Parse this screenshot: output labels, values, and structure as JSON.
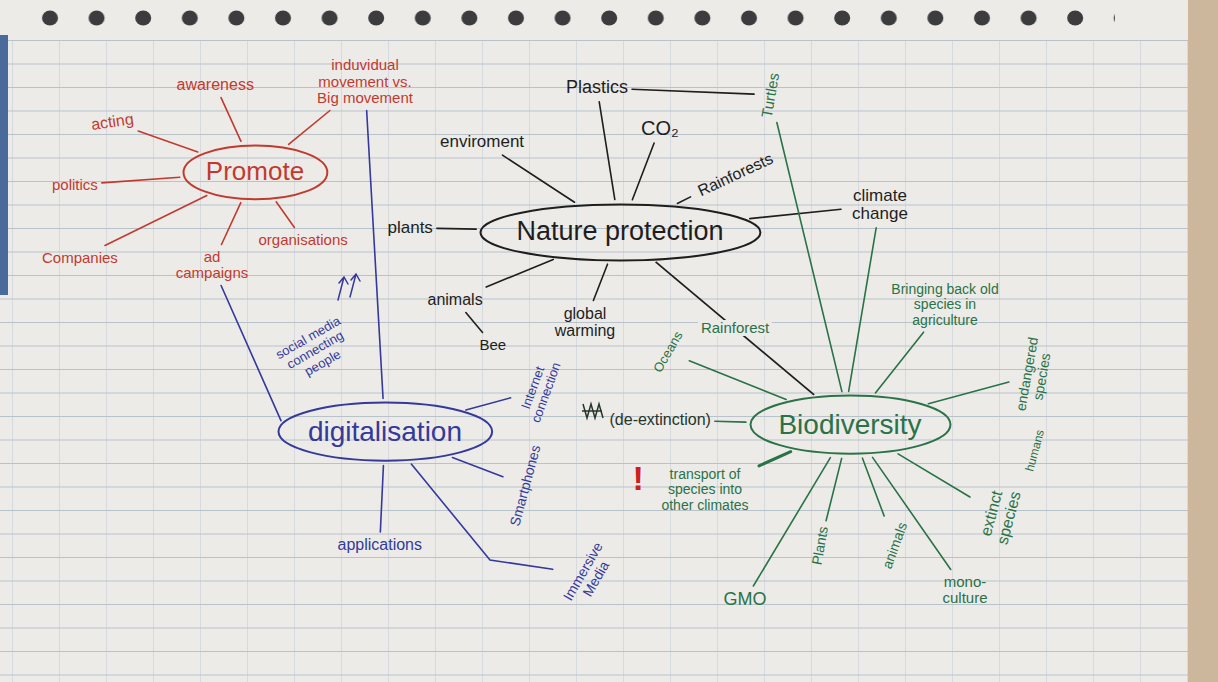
{
  "diagram": {
    "nodes": [
      {
        "text": [
          "Promote"
        ]
      },
      {
        "text": [
          "Nature protection"
        ]
      },
      {
        "text": [
          "digitalisation"
        ]
      },
      {
        "text": [
          "Biodiversity"
        ]
      }
    ],
    "edges": [
      {
        "from": 1,
        "to": 3,
        "arrow": "none",
        "label": "Rainforest"
      }
    ],
    "labels": [
      "induvidual movement vs. Big movement",
      "awareness",
      "acting",
      "Plastics",
      "enviroment",
      "CO₂",
      "Rainforests",
      "Turtles",
      "climate change",
      "plants",
      "animals",
      "Bee",
      "global warming",
      "politics",
      "Companies",
      "ad campaigns",
      "organisations",
      "social media connecting people",
      "Internet connection",
      "Oceans",
      "(de-extinction)",
      "!",
      "transport of species into other climates",
      "Bringing back old species in agriculture",
      "endangered species",
      "humans",
      "extinct species",
      "mono- culture",
      "animals",
      "Plants",
      "GMO",
      "Smartphones",
      "Immersive Media",
      "applications"
    ]
  }
}
